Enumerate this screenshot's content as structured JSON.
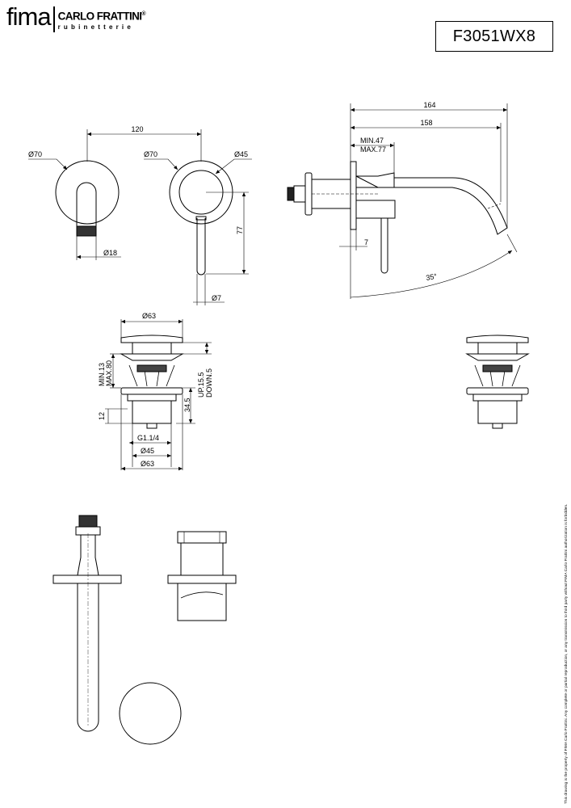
{
  "brand": {
    "name": "fima",
    "maker": "CARLO FRATTINI",
    "mark": "®",
    "tagline": "rubinetterie"
  },
  "product_code": "F3051WX8",
  "disclaimer": "This drawing is the property of FIMA Carlo Frattini. Any complete or partial reproduction, or any transmission to third party without FIMA Carlo Frattini authorization is forbidden.",
  "dimensions": {
    "spout_front_diameter": "Ø70",
    "spout_outlet_diameter": "Ø18",
    "center_distance": "120",
    "mixer_plate_diameter": "Ø70",
    "mixer_inner_diameter": "Ø45",
    "lever_length": "77",
    "lever_diameter": "Ø7",
    "total_projection": "164",
    "spout_projection": "158",
    "wall_depth_min": "MIN.47",
    "wall_depth_max": "MAX.77",
    "plate_thickness": "7",
    "spout_angle": "35°",
    "waste_cap_diameter": "Ø63",
    "waste_height_min": "MIN.13",
    "waste_height_max": "MAX.80",
    "waste_stroke_up": "UP.15.5",
    "waste_stroke_down": "DOWN.5",
    "waste_body_height": "34.5",
    "waste_thread_height": "12",
    "waste_thread": "G1.1/4",
    "waste_body_diameter": "Ø45",
    "waste_flange_diameter": "Ø63"
  },
  "colors": {
    "line": "#000000",
    "dim": "#1a1a1a",
    "background": "#ffffff"
  }
}
